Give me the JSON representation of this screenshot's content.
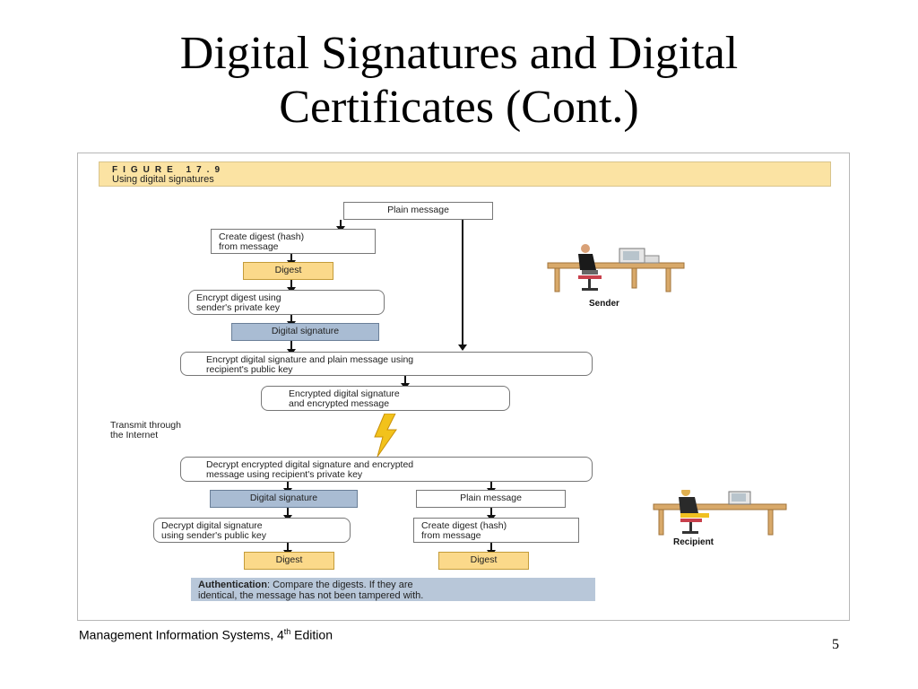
{
  "title_line1": "Digital Signatures and Digital",
  "title_line2": "Certificates (Cont.)",
  "figure": {
    "number": "FIGURE 17.9",
    "caption": "Using digital signatures",
    "plain_message_top": "Plain message",
    "create_digest_1": "Create digest (hash)",
    "create_digest_2": "from message",
    "digest_top": "Digest",
    "encrypt_digest_1": "Encrypt digest using",
    "encrypt_digest_2": "sender's private key",
    "digital_signature_top": "Digital signature",
    "encrypt_sig_1": "Encrypt digital signature and plain message using",
    "encrypt_sig_2": "recipient's public key",
    "encrypted_result_1": "Encrypted digital signature",
    "encrypted_result_2": "and encrypted message",
    "transmit_1": "Transmit through",
    "transmit_2": "the Internet",
    "decrypt_all_1": "Decrypt encrypted digital signature and encrypted",
    "decrypt_all_2": "message using recipient's private key",
    "digital_signature_bottom": "Digital signature",
    "plain_message_bottom": "Plain message",
    "decrypt_sig_1": "Decrypt digital signature",
    "decrypt_sig_2": "using sender's public key",
    "create_digest_b1": "Create digest (hash)",
    "create_digest_b2": "from message",
    "digest_left": "Digest",
    "digest_right": "Digest",
    "auth_bold": "Authentication",
    "auth_rest_1": ": Compare the digests. If they are",
    "auth_rest_2": "identical, the message has not been tampered with.",
    "sender_label": "Sender",
    "recipient_label": "Recipient"
  },
  "footer": {
    "text_before": "Management Information Systems, 4",
    "superscript": "th",
    "text_after": " Edition",
    "page_number": "5"
  },
  "colors": {
    "header_fill": "#fbe3a3",
    "digest_fill": "#fbd98a",
    "signature_fill": "#a9bcd3",
    "auth_fill": "#b8c7d9"
  }
}
